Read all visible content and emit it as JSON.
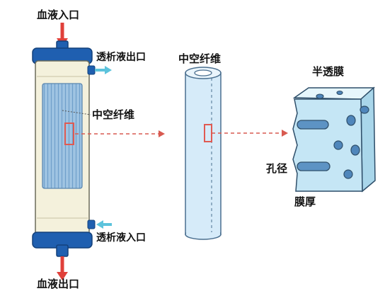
{
  "colors": {
    "blood_arrow": "#e0403a",
    "dialysate_arrow": "#5cc3dc",
    "cap_blue": "#1f5fb0",
    "tube_body": "#f4f1dc",
    "fiber_bundle": "#9fc4e2",
    "fiber_lines": "#6f9fca",
    "fiber_tube": "#d6ebf9",
    "membrane": "#c5e6f5",
    "highlight_box": "#e05a52",
    "dashed_arrow": "#d85a50"
  },
  "labels": {
    "blood_inlet": "血液入口",
    "blood_outlet": "血液出口",
    "dialysate_outlet": "透析液出口",
    "dialysate_inlet": "透析液入口",
    "hollow_fiber_pointer": "中空纤维",
    "hollow_fiber_title": "中空纤维",
    "membrane_title": "半透膜",
    "pore": "孔径",
    "membrane_thickness": "膜厚"
  }
}
